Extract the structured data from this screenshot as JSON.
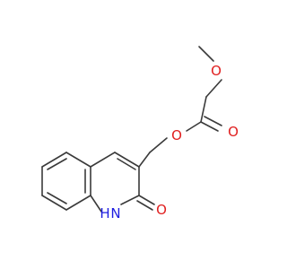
{
  "molecule": {
    "atoms": {
      "methoxy_o": "O",
      "ether_o": "O",
      "carbonyl_o": "O",
      "lactam_o": "O",
      "nh": "H",
      "n_label": "N",
      "h_label": "H"
    },
    "colors": {
      "bond": "#3a3a3a",
      "oxygen": "#e01e1e",
      "nitrogen": "#1e1ee0",
      "background": "#ffffff"
    }
  }
}
